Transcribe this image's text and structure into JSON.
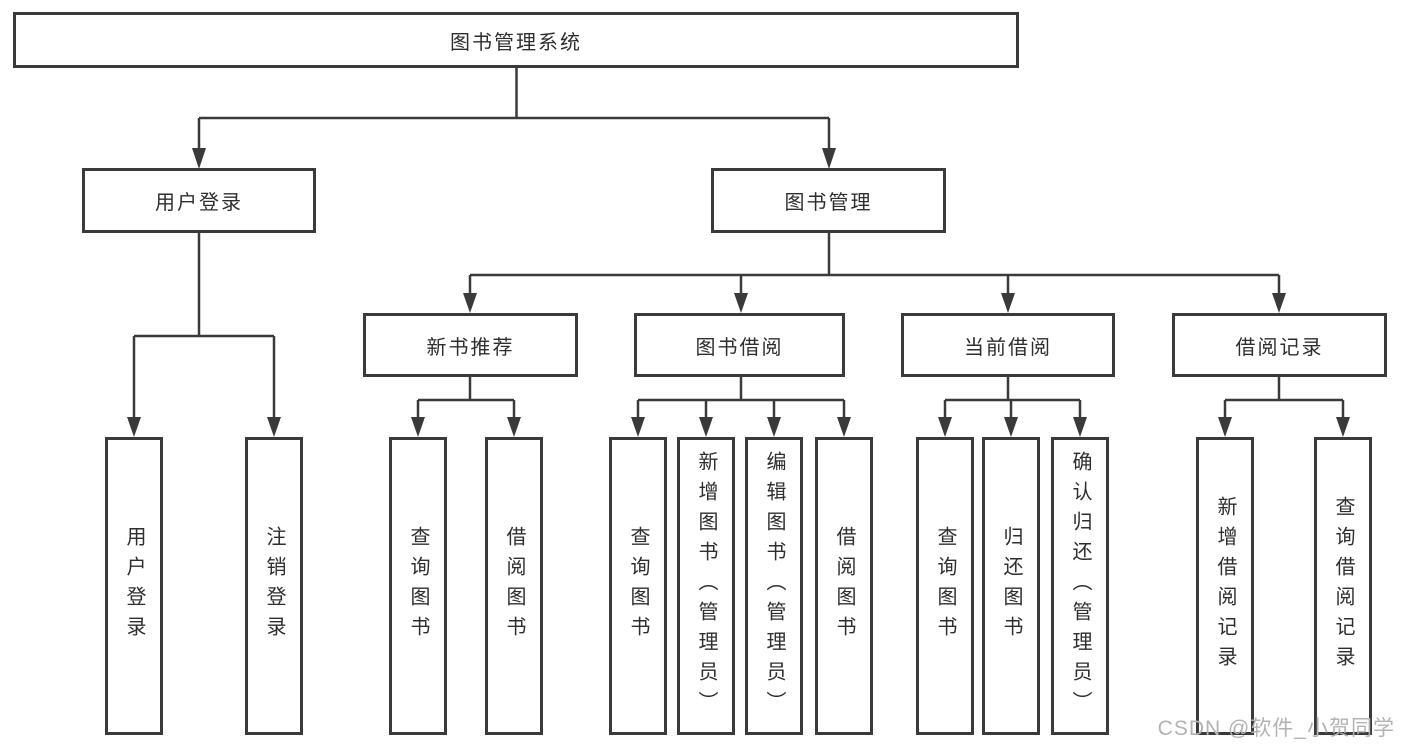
{
  "diagram": {
    "type": "hierarchy-tree",
    "tree": {
      "label": "图书管理系统",
      "children": [
        {
          "label": "用户登录",
          "children": [
            {
              "label": "用户登录"
            },
            {
              "label": "注销登录"
            }
          ]
        },
        {
          "label": "图书管理",
          "children": [
            {
              "label": "新书推荐",
              "children": [
                {
                  "label": "查询图书"
                },
                {
                  "label": "借阅图书"
                }
              ]
            },
            {
              "label": "图书借阅",
              "children": [
                {
                  "label": "查询图书"
                },
                {
                  "label": "新增图书（管理员）"
                },
                {
                  "label": "编辑图书（管理员）"
                },
                {
                  "label": "借阅图书"
                }
              ]
            },
            {
              "label": "当前借阅",
              "children": [
                {
                  "label": "查询图书"
                },
                {
                  "label": "归还图书"
                },
                {
                  "label": "确认归还（管理员）"
                }
              ]
            },
            {
              "label": "借阅记录",
              "children": [
                {
                  "label": "新增借阅记录"
                },
                {
                  "label": "查询借阅记录"
                }
              ]
            }
          ]
        }
      ]
    },
    "colors": {
      "line": "#3a3a3a",
      "box_border": "#3a3a3a",
      "box_fill": "#ffffff",
      "text": "#2e2e2e",
      "background": "#ffffff"
    }
  },
  "watermark": {
    "text": "CSDN @软件_小贺同学",
    "color": "#b3b3b3"
  }
}
